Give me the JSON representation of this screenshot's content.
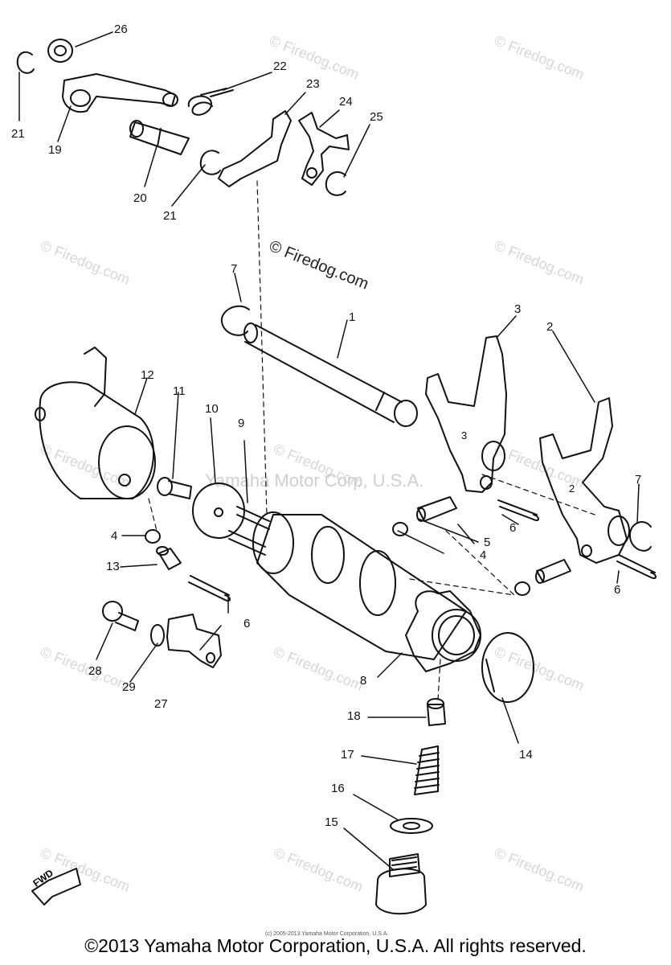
{
  "watermark": {
    "text": "© Firedog.com",
    "center_text": "Yamaha Motor Corp, U.S.A."
  },
  "fwd_label": "FWD",
  "tiny_copyright": "(c) 2005-2013 Yamaha Motor Corporation, U.S.A.",
  "footer": "©2013 Yamaha Motor Corporation, U.S.A. All rights reserved.",
  "callouts": [
    {
      "id": "1",
      "text": "1"
    },
    {
      "id": "2",
      "text": "2"
    },
    {
      "id": "3",
      "text": "3"
    },
    {
      "id": "4a",
      "text": "4"
    },
    {
      "id": "4b",
      "text": "4"
    },
    {
      "id": "5",
      "text": "5"
    },
    {
      "id": "6a",
      "text": "6"
    },
    {
      "id": "6b",
      "text": "6"
    },
    {
      "id": "6c",
      "text": "6"
    },
    {
      "id": "7a",
      "text": "7"
    },
    {
      "id": "7b",
      "text": "7"
    },
    {
      "id": "8",
      "text": "8"
    },
    {
      "id": "9",
      "text": "9"
    },
    {
      "id": "10",
      "text": "10"
    },
    {
      "id": "11",
      "text": "11"
    },
    {
      "id": "12",
      "text": "12"
    },
    {
      "id": "13",
      "text": "13"
    },
    {
      "id": "14",
      "text": "14"
    },
    {
      "id": "15",
      "text": "15"
    },
    {
      "id": "16",
      "text": "16"
    },
    {
      "id": "17",
      "text": "17"
    },
    {
      "id": "18",
      "text": "18"
    },
    {
      "id": "19",
      "text": "19"
    },
    {
      "id": "20",
      "text": "20"
    },
    {
      "id": "21a",
      "text": "21"
    },
    {
      "id": "21b",
      "text": "21"
    },
    {
      "id": "22",
      "text": "22"
    },
    {
      "id": "23",
      "text": "23"
    },
    {
      "id": "24",
      "text": "24"
    },
    {
      "id": "25",
      "text": "25"
    },
    {
      "id": "26",
      "text": "26"
    },
    {
      "id": "27",
      "text": "27"
    },
    {
      "id": "28",
      "text": "28"
    },
    {
      "id": "29",
      "text": "29"
    }
  ],
  "fork_marks": [
    {
      "id": "f3",
      "text": "3"
    },
    {
      "id": "f2",
      "text": "2"
    }
  ]
}
